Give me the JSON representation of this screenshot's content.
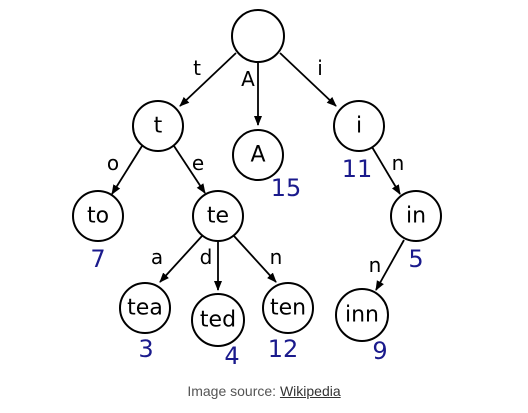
{
  "diagram": {
    "node_labels": {
      "root": "",
      "t": "t",
      "A": "A",
      "i": "i",
      "to": "to",
      "te": "te",
      "in": "in",
      "tea": "tea",
      "ted": "ted",
      "ten": "ten",
      "inn": "inn"
    },
    "values": {
      "A": "15",
      "i": "11",
      "to": "7",
      "in": "5",
      "tea": "3",
      "ted": "4",
      "ten": "12",
      "inn": "9"
    },
    "edge_labels": {
      "root_t": "t",
      "root_A": "A",
      "root_i": "i",
      "t_to": "o",
      "t_te": "e",
      "te_tea": "a",
      "te_ted": "d",
      "te_ten": "n",
      "i_in": "n",
      "in_inn": "n"
    },
    "value_color": "#1a1a8c",
    "line_color": "#000000"
  },
  "caption": {
    "prefix": "Image source: ",
    "link_text": "Wikipedia"
  }
}
